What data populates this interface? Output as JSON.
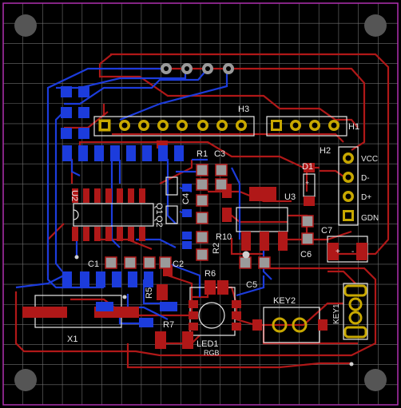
{
  "board": {
    "background": "#000000",
    "grid_color": "#6e6e6e",
    "outline_color": "#b030b0",
    "top_copper_color": "#b01818",
    "bottom_copper_color": "#1c3cdc",
    "silkscreen_color": "#e8e8e8",
    "pad_color": "#9a9a9a",
    "gold_color": "#c8a800"
  },
  "labels": {
    "h3": "H3",
    "h1": "H1",
    "h2": "H2",
    "vcc": "VCC",
    "dminus": "D-",
    "dplus": "D+",
    "gnd": "GDN",
    "u2": "U2",
    "u3": "U3",
    "q1": "Q1",
    "q2": "Q2",
    "r1": "R1",
    "r2": "R2",
    "r5": "R5",
    "r6": "R6",
    "r7": "R7",
    "r10": "R10",
    "c1": "C1",
    "c2": "C2",
    "c3": "C3",
    "c4": "C4",
    "c5": "C5",
    "c6": "C6",
    "c7": "C7",
    "d1": "D1",
    "x1": "X1",
    "key1": "KEY1",
    "key2": "KEY2",
    "led1": "LED1",
    "rgb": "RGB",
    "plus": "+",
    "minus": "-"
  }
}
